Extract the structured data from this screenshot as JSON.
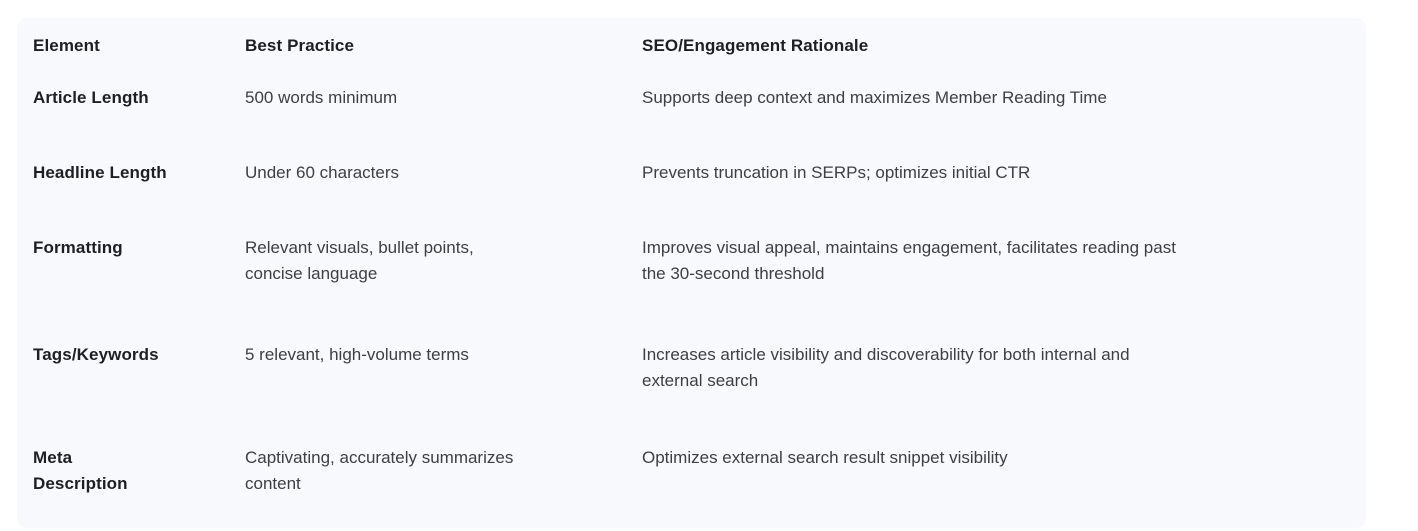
{
  "table": {
    "columns": [
      {
        "label": "Element"
      },
      {
        "label": "Best Practice"
      },
      {
        "label": "SEO/Engagement Rationale"
      }
    ],
    "rows": [
      {
        "element": "Article Length",
        "best_practice": "500 words minimum",
        "rationale": "Supports deep context and maximizes Member Reading Time"
      },
      {
        "element": "Headline Length",
        "best_practice": "Under 60 characters",
        "rationale": "Prevents truncation in SERPs; optimizes initial CTR"
      },
      {
        "element": "Formatting",
        "best_practice": "Relevant visuals, bullet points,\nconcise language",
        "rationale": "Improves visual appeal, maintains engagement, facilitates reading past\nthe 30-second threshold"
      },
      {
        "element": "Tags/Keywords",
        "best_practice": "5 relevant, high-volume terms",
        "rationale": "Increases article visibility and discoverability for both internal and\nexternal search"
      },
      {
        "element": "Meta\nDescription",
        "best_practice": "Captivating, accurately summarizes\ncontent",
        "rationale": "Optimizes external search result snippet visibility"
      }
    ],
    "colors": {
      "page_background": "#ffffff",
      "panel_background": "#f8f9fc",
      "header_text": "#1d1f23",
      "body_text": "#3c4043"
    }
  }
}
